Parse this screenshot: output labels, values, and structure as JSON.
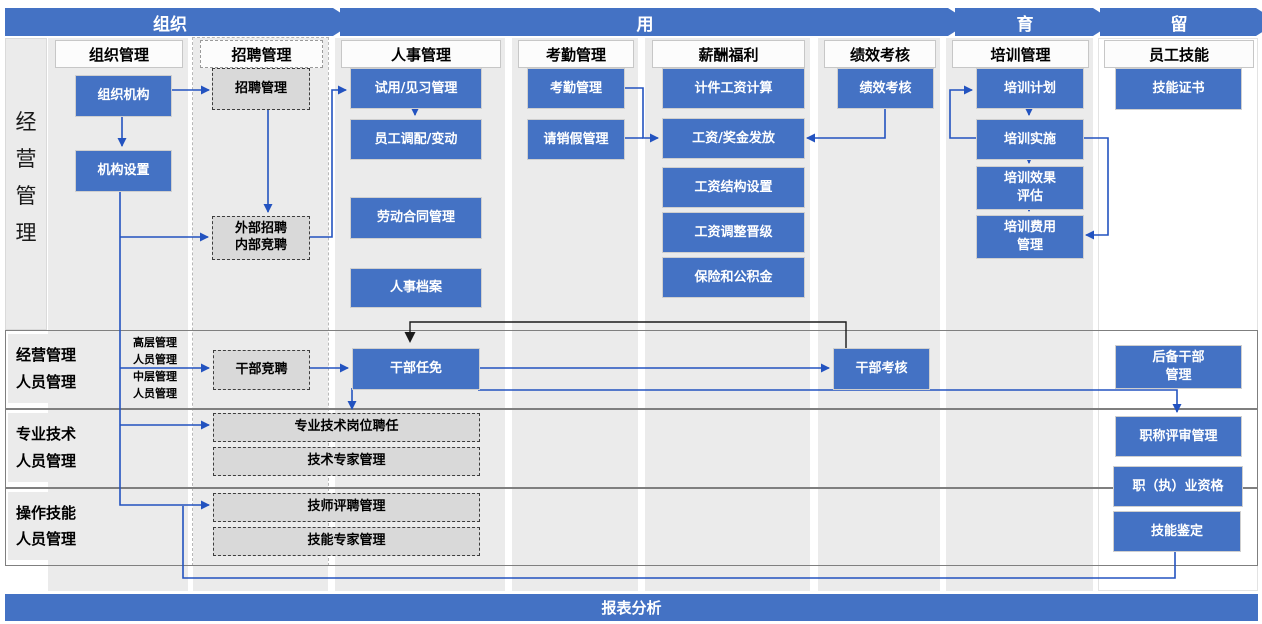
{
  "banner": {
    "stages": [
      {
        "label": "组织"
      },
      {
        "label": "用"
      },
      {
        "label": "育"
      },
      {
        "label": "留"
      }
    ]
  },
  "side": {
    "label": "经\n营\n管\n理"
  },
  "columns": {
    "org": "组织管理",
    "recruit": "招聘管理",
    "hr": "人事管理",
    "attend": "考勤管理",
    "comp": "薪酬福利",
    "perf": "绩效考核",
    "train": "培训管理",
    "skill": "员工技能"
  },
  "boxes": {
    "org_structure": "组织机构",
    "org_setting": "机构设置",
    "recruit_mgmt": "招聘管理",
    "external_recruit": "外部招聘\n内部竞聘",
    "probation": "试用/见习管理",
    "transfer": "员工调配/变动",
    "labor_contract": "劳动合同管理",
    "personnel_file": "人事档案",
    "attendance": "考勤管理",
    "leave": "请销假管理",
    "piece_wage": "计件工资计算",
    "wage_bonus": "工资/奖金发放",
    "wage_structure": "工资结构设置",
    "wage_adjust": "工资调整晋级",
    "insurance": "保险和公积金",
    "perf_appraisal": "绩效考核",
    "train_plan": "培训计划",
    "train_impl": "培训实施",
    "train_eval": "培训效果\n评估",
    "train_cost": "培训费用\n管理",
    "skill_cert": "技能证书",
    "cadre_compete": "干部竞聘",
    "cadre_appoint": "干部任免",
    "cadre_appraisal": "干部考核",
    "reserve_cadre": "后备干部\n管理",
    "title_review": "职称评审管理",
    "prof_qualification": "职（执）业资格",
    "skill_assess": "技能鉴定",
    "tech_post": "专业技术岗位聘任",
    "tech_expert": "技术专家管理",
    "technician_review": "技师评聘管理",
    "skill_expert": "技能专家管理"
  },
  "rows": {
    "mgmt": {
      "line1": "经营管理",
      "line2": "人员管理",
      "sub": "高层管理\n人员管理\n中层管理\n人员管理"
    },
    "tech": {
      "line1": "专业技术",
      "line2": "人员管理"
    },
    "oper": {
      "line1": "操作技能",
      "line2": "人员管理"
    }
  },
  "footer": {
    "label": "报表分析"
  },
  "colors": {
    "banner_blue": "#4472C4",
    "box_blue": "#4472C4",
    "box_gray": "#D9D9D9",
    "band_gray": "#EBEBEB",
    "arrow_blue": "#2353C0",
    "arrow_black": "#1A1A1A"
  }
}
